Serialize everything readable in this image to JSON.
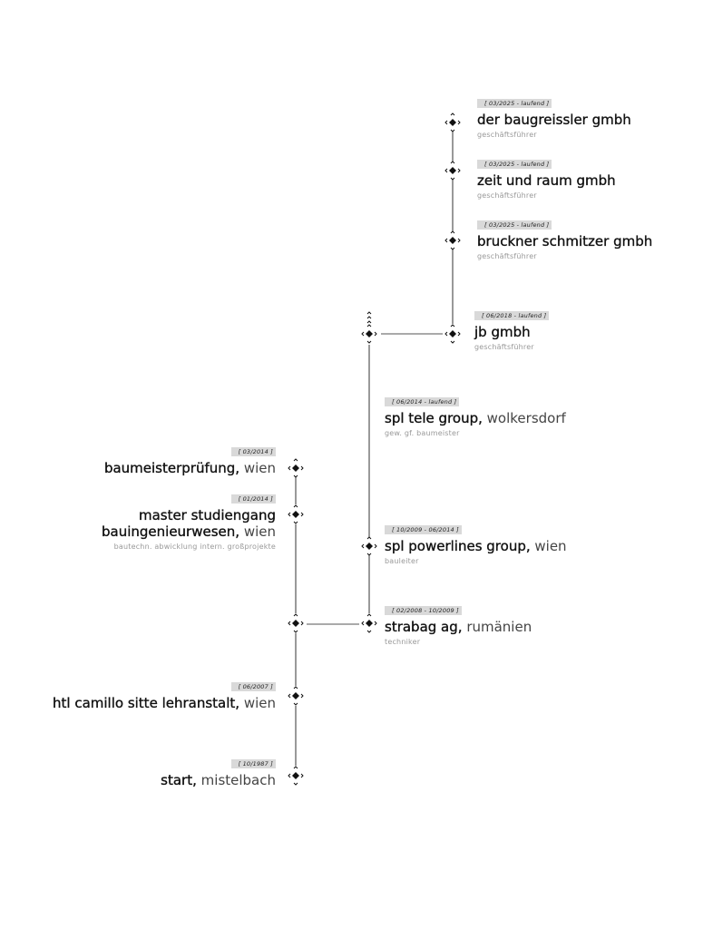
{
  "entries": [
    {
      "key": "baugreissler",
      "date": "[ 03/2025 - laufend ]",
      "name": "der baugreissler gmbh",
      "place": "",
      "role": "geschäftsführer"
    },
    {
      "key": "zeitraum",
      "date": "[ 03/2025 - laufend ]",
      "name": "zeit und raum gmbh",
      "place": "",
      "role": "geschäftsführer"
    },
    {
      "key": "bruckner",
      "date": "[ 03/2025 - laufend ]",
      "name": "bruckner schmitzer gmbh",
      "place": "",
      "role": "geschäftsführer"
    },
    {
      "key": "jb",
      "date": "[ 06/2018 - laufend ]",
      "name": "jb gmbh",
      "place": "",
      "role": "geschäftsführer"
    },
    {
      "key": "spltele",
      "date": "[ 06/2014 - laufend ]",
      "name": "spl tele group,",
      "place": " wolkersdorf",
      "role": "gew. gf. baumeister"
    },
    {
      "key": "baumeister",
      "date": "[ 03/2014 ]",
      "name": "baumeisterprüfung,",
      "place": " wien",
      "role": ""
    },
    {
      "key": "master",
      "date": "[ 01/2014 ]",
      "name": "master studiengang",
      "name2": "bauingenieurwesen,",
      "place": " wien",
      "role": "bautechn. abwicklung intern. großprojekte"
    },
    {
      "key": "powerlines",
      "date": "[ 10/2009 - 06/2014 ]",
      "name": "spl powerlines group,",
      "place": " wien",
      "role": "bauleiter"
    },
    {
      "key": "strabag",
      "date": "[ 02/2008 - 10/2009 ]",
      "name": "strabag ag,",
      "place": " rumänien",
      "role": "techniker"
    },
    {
      "key": "htl",
      "date": "[ 06/2007 ]",
      "name": "htl camillo sitte lehranstalt,",
      "place": " wien",
      "role": ""
    },
    {
      "key": "start",
      "date": "[ 10/1987 ]",
      "name": "start,",
      "place": " mistelbach",
      "role": ""
    }
  ]
}
